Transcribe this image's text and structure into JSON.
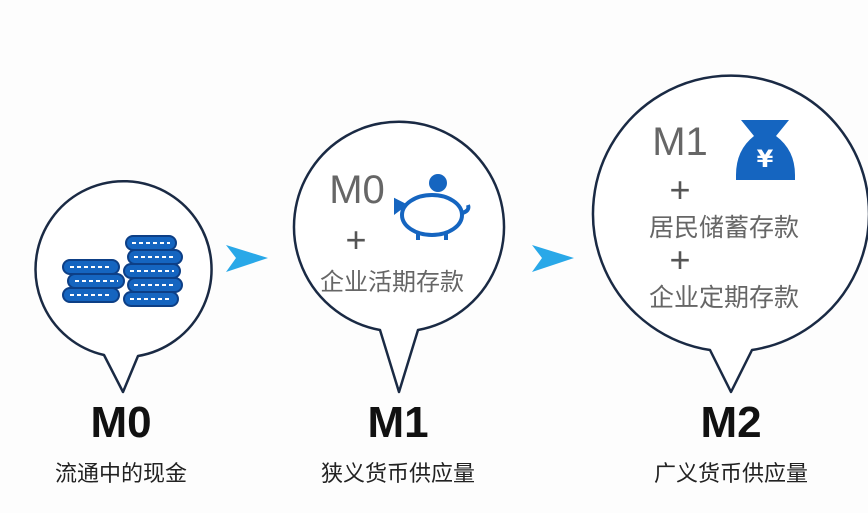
{
  "colors": {
    "accent": "#1565c0",
    "arrow": "#29a8e8",
    "outline": "#1a2a44"
  },
  "stages": [
    {
      "code": "M0",
      "desc": "流通中的现金",
      "icon": "coins-icon"
    },
    {
      "code": "M1",
      "desc": "狭义货币供应量",
      "icon": "piggy-bank-icon",
      "formula": {
        "base": "M0",
        "plus": "+",
        "term": "企业活期存款"
      }
    },
    {
      "code": "M2",
      "desc": "广义货币供应量",
      "icon": "money-bag-yen-icon",
      "formula": {
        "base": "M1",
        "plus": "+",
        "term1": "居民储蓄存款",
        "term2": "企业定期存款"
      }
    }
  ],
  "yen": "¥"
}
